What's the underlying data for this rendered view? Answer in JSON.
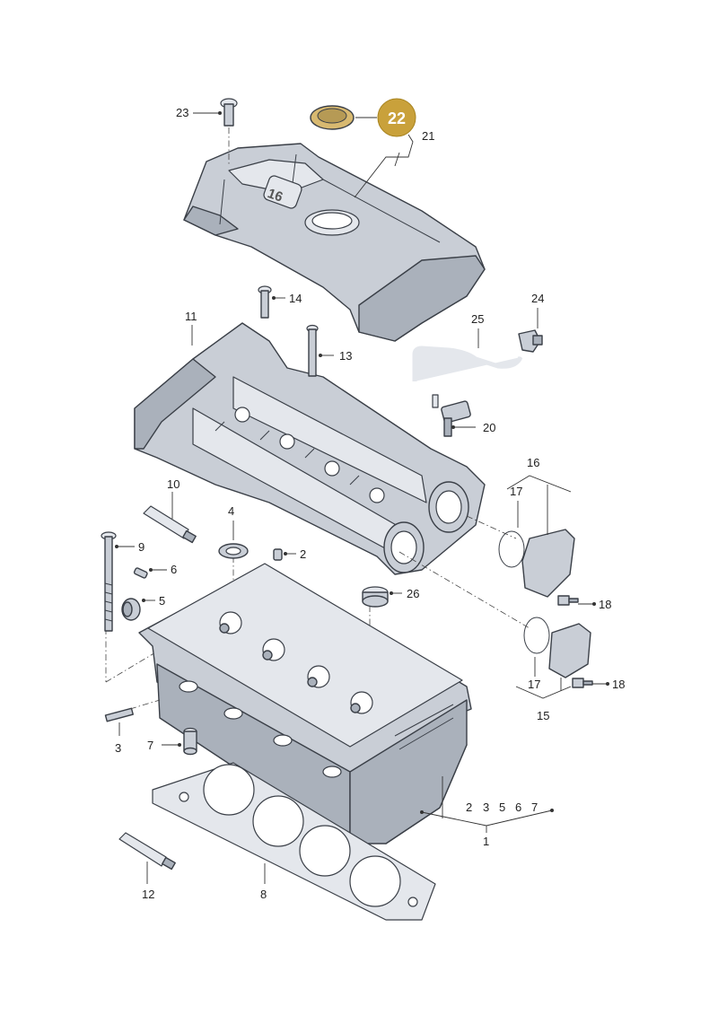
{
  "diagram": {
    "highlight_color": "#c9a13b",
    "highlight_text_color": "#ffffff",
    "part_fill": "#c9ced6",
    "line_color": "#3a3f47",
    "highlight": {
      "number": "22"
    },
    "callouts": {
      "p1": "1",
      "p2": "2",
      "p3": "3",
      "p4": "4",
      "p5": "5",
      "p6": "6",
      "p7": "7",
      "p8": "8",
      "p9": "9",
      "p10": "10",
      "p11": "11",
      "p12": "12",
      "p13": "13",
      "p14": "14",
      "p15": "15",
      "p16": "16",
      "p17a": "17",
      "p17b": "17",
      "p18a": "18",
      "p18b": "18",
      "p20": "20",
      "p21": "21",
      "p23": "23",
      "p24": "24",
      "p25": "25",
      "p26": "26"
    },
    "group_1_list": [
      "2",
      "3",
      "5",
      "6",
      "7"
    ],
    "cover_badge": "16"
  }
}
